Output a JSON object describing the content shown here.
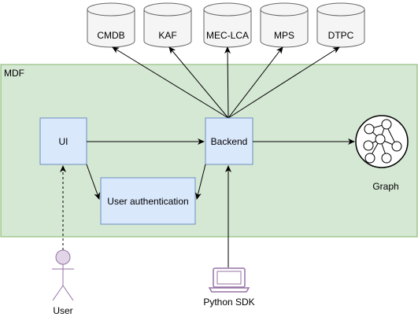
{
  "databases": [
    {
      "label": "CMDB"
    },
    {
      "label": "KAF"
    },
    {
      "label": "MEC-LCA"
    },
    {
      "label": "MPS"
    },
    {
      "label": "DTPC"
    }
  ],
  "container": {
    "label": "MDF"
  },
  "nodes": {
    "ui": "UI",
    "backend": "Backend",
    "auth": "User authentication",
    "graph": "Graph"
  },
  "actors": {
    "user": "User",
    "sdk": "Python SDK"
  },
  "colors": {
    "container_fill": "#d5e8d4",
    "container_stroke": "#82b366",
    "box_fill": "#dae8fc",
    "box_stroke": "#6c8ebf",
    "db_fill": "#f5f5f5",
    "db_stroke": "#666666",
    "actor_stroke": "#9673a6",
    "actor_fill": "#e1d5e7"
  }
}
